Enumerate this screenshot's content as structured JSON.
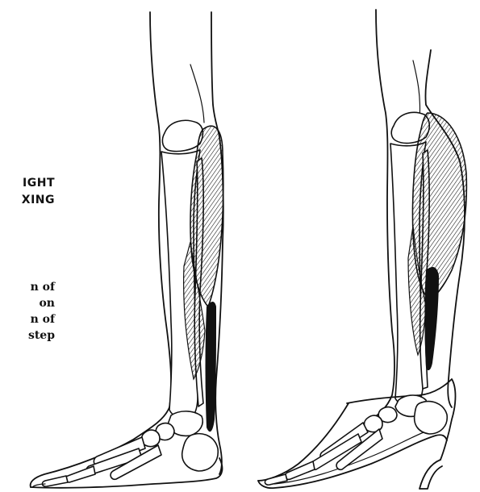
{
  "caption": {
    "heading_lines": [
      "IGHT",
      "XING"
    ],
    "body_lines": [
      "n of",
      "on",
      "n of",
      "step"
    ]
  },
  "figures": [
    {
      "label": "leg-barefoot-figure"
    },
    {
      "label": "leg-high-heel-figure"
    }
  ]
}
